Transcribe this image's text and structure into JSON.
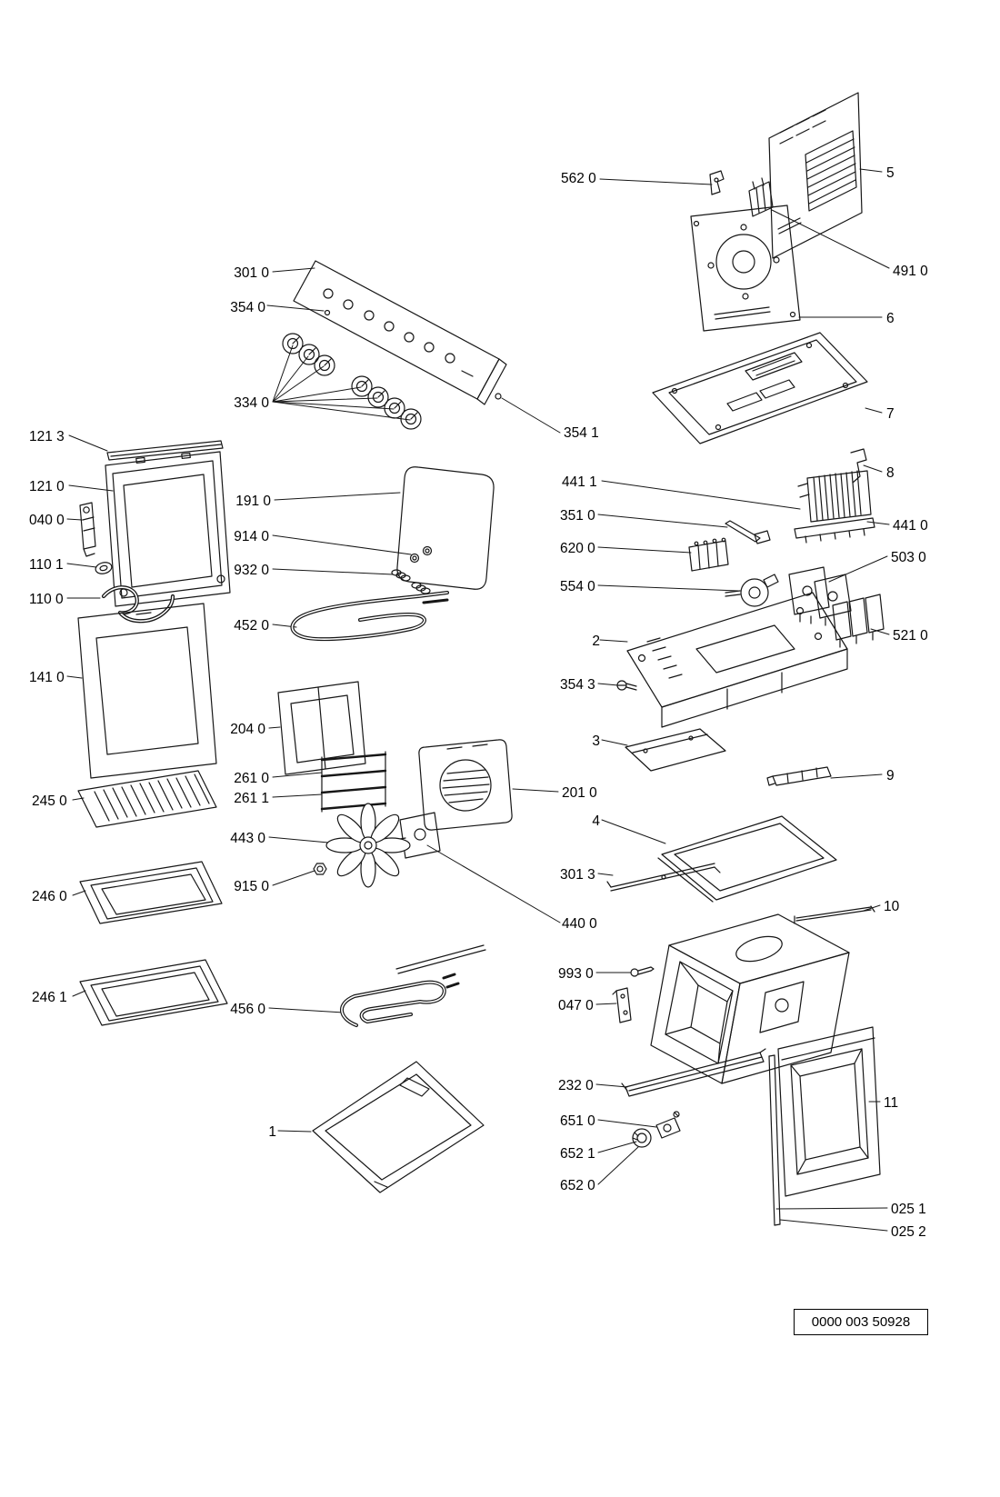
{
  "labels": {
    "n562_0": "562 0",
    "n5": "5",
    "n491_0": "491 0",
    "n301_0": "301 0",
    "n354_0": "354 0",
    "n6": "6",
    "n334_0": "334 0",
    "n7": "7",
    "n354_1": "354 1",
    "n121_3": "121 3",
    "n8": "8",
    "n121_0": "121 0",
    "n441_1": "441 1",
    "n040_0": "040 0",
    "n191_0": "191 0",
    "n351_0": "351 0",
    "n441_0": "441 0",
    "n914_0": "914 0",
    "n620_0": "620 0",
    "n503_0": "503 0",
    "n110_1": "110 1",
    "n932_0": "932 0",
    "n554_0": "554 0",
    "n110_0": "110 0",
    "n2": "2",
    "n521_0": "521 0",
    "n452_0": "452 0",
    "n141_0": "141 0",
    "n354_3": "354 3",
    "n3": "3",
    "n204_0": "204 0",
    "n9": "9",
    "n261_0": "261 0",
    "n261_1": "261 1",
    "n201_0": "201 0",
    "n245_0": "245 0",
    "n4": "4",
    "n443_0": "443 0",
    "n301_3": "301 3",
    "n915_0": "915 0",
    "n10": "10",
    "n246_0": "246 0",
    "n440_0": "440 0",
    "n993_0": "993 0",
    "n047_0": "047 0",
    "n246_1": "246 1",
    "n456_0": "456 0",
    "n232_0": "232 0",
    "n651_0": "651 0",
    "n11": "11",
    "n652_1": "652 1",
    "n1": "1",
    "n652_0": "652 0",
    "n025_1": "025 1",
    "n025_2": "025 2"
  },
  "footer": {
    "code": "0000 003 50928"
  }
}
